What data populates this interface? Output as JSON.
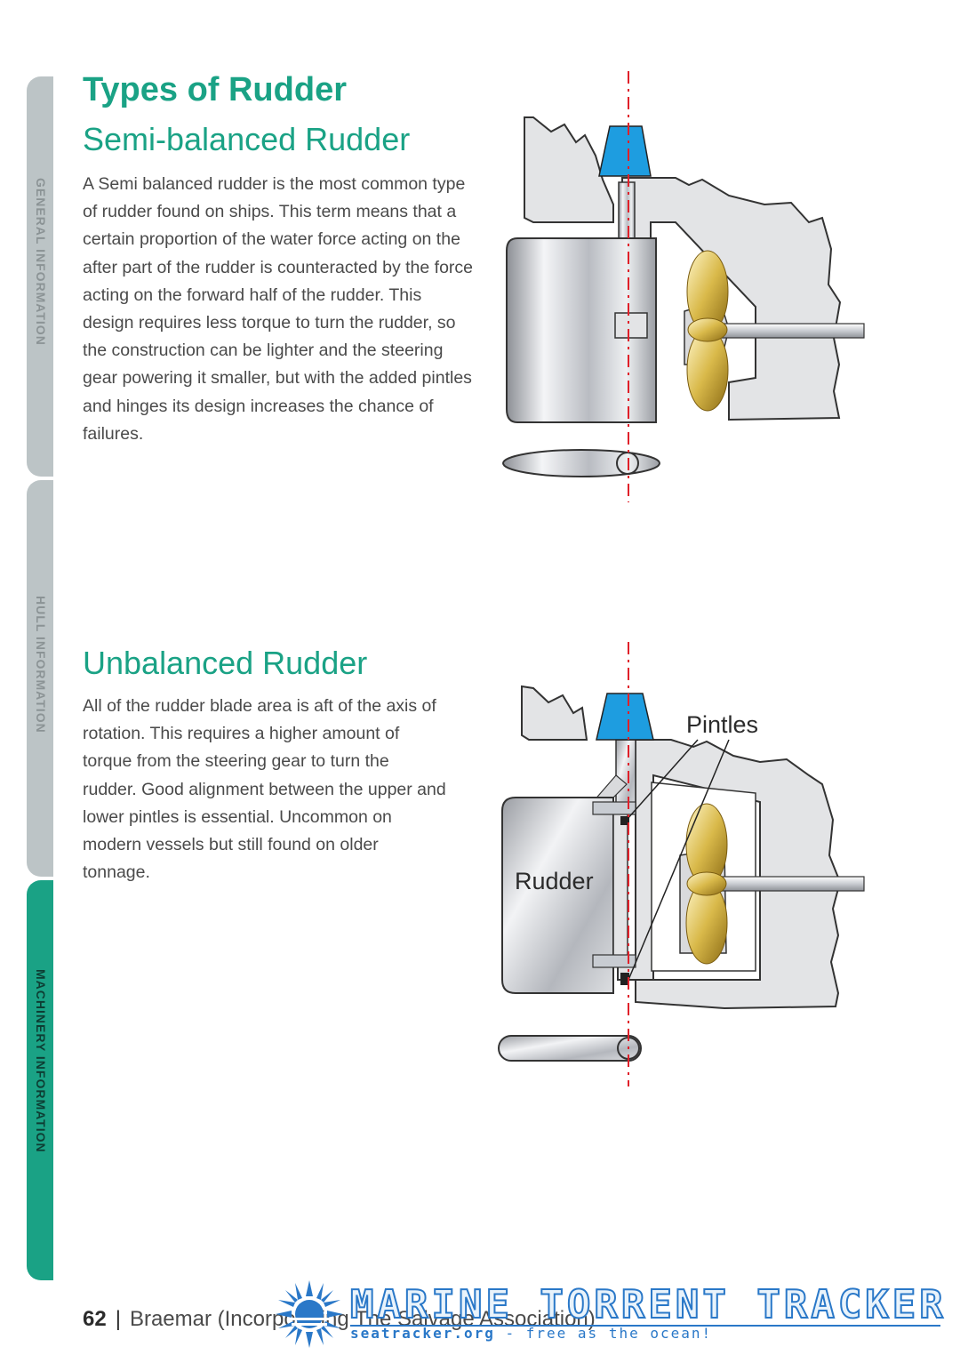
{
  "sidebar": {
    "tabs": [
      {
        "label": "GENERAL INFORMATION"
      },
      {
        "label": "HULL INFORMATION"
      },
      {
        "label": "MACHINERY INFORMATION"
      }
    ]
  },
  "page": {
    "title": "Types of Rudder",
    "sections": [
      {
        "heading": "Semi-balanced Rudder",
        "body": "A Semi balanced rudder is the most common type of rudder found on ships. This term means that a certain proportion of the water force acting on the after part of the rudder is counteracted by the force acting on the forward half of the rudder. This design requires less torque to turn the rudder, so the construction can be lighter and the steering gear powering it smaller, but with the added pintles and hinges its design increases the chance of failures."
      },
      {
        "heading": "Unbalanced Rudder",
        "body": "All of the rudder blade area is aft of the axis of rotation. This requires a higher amount of torque from the steering gear to turn the rudder. Good alignment between the upper and lower pintles is essential. Uncommon on modern vessels but still found on older tonnage."
      }
    ]
  },
  "figures": {
    "unbalanced_labels": {
      "pintles": "Pintles",
      "rudder": "Rudder"
    }
  },
  "footer": {
    "page_number": "62",
    "separator": "|",
    "publisher": "Braemar (Incorporating The Salvage Association)"
  },
  "watermark": {
    "title": "MARINE TORRENT TRACKER",
    "site": "seatracker.org",
    "tagline": " - free as the ocean!"
  },
  "colors": {
    "accent": "#1aa285",
    "tab_grey": "#bcc4c6",
    "axis_red": "#e0202a",
    "steering_blue": "#1e9de0"
  }
}
